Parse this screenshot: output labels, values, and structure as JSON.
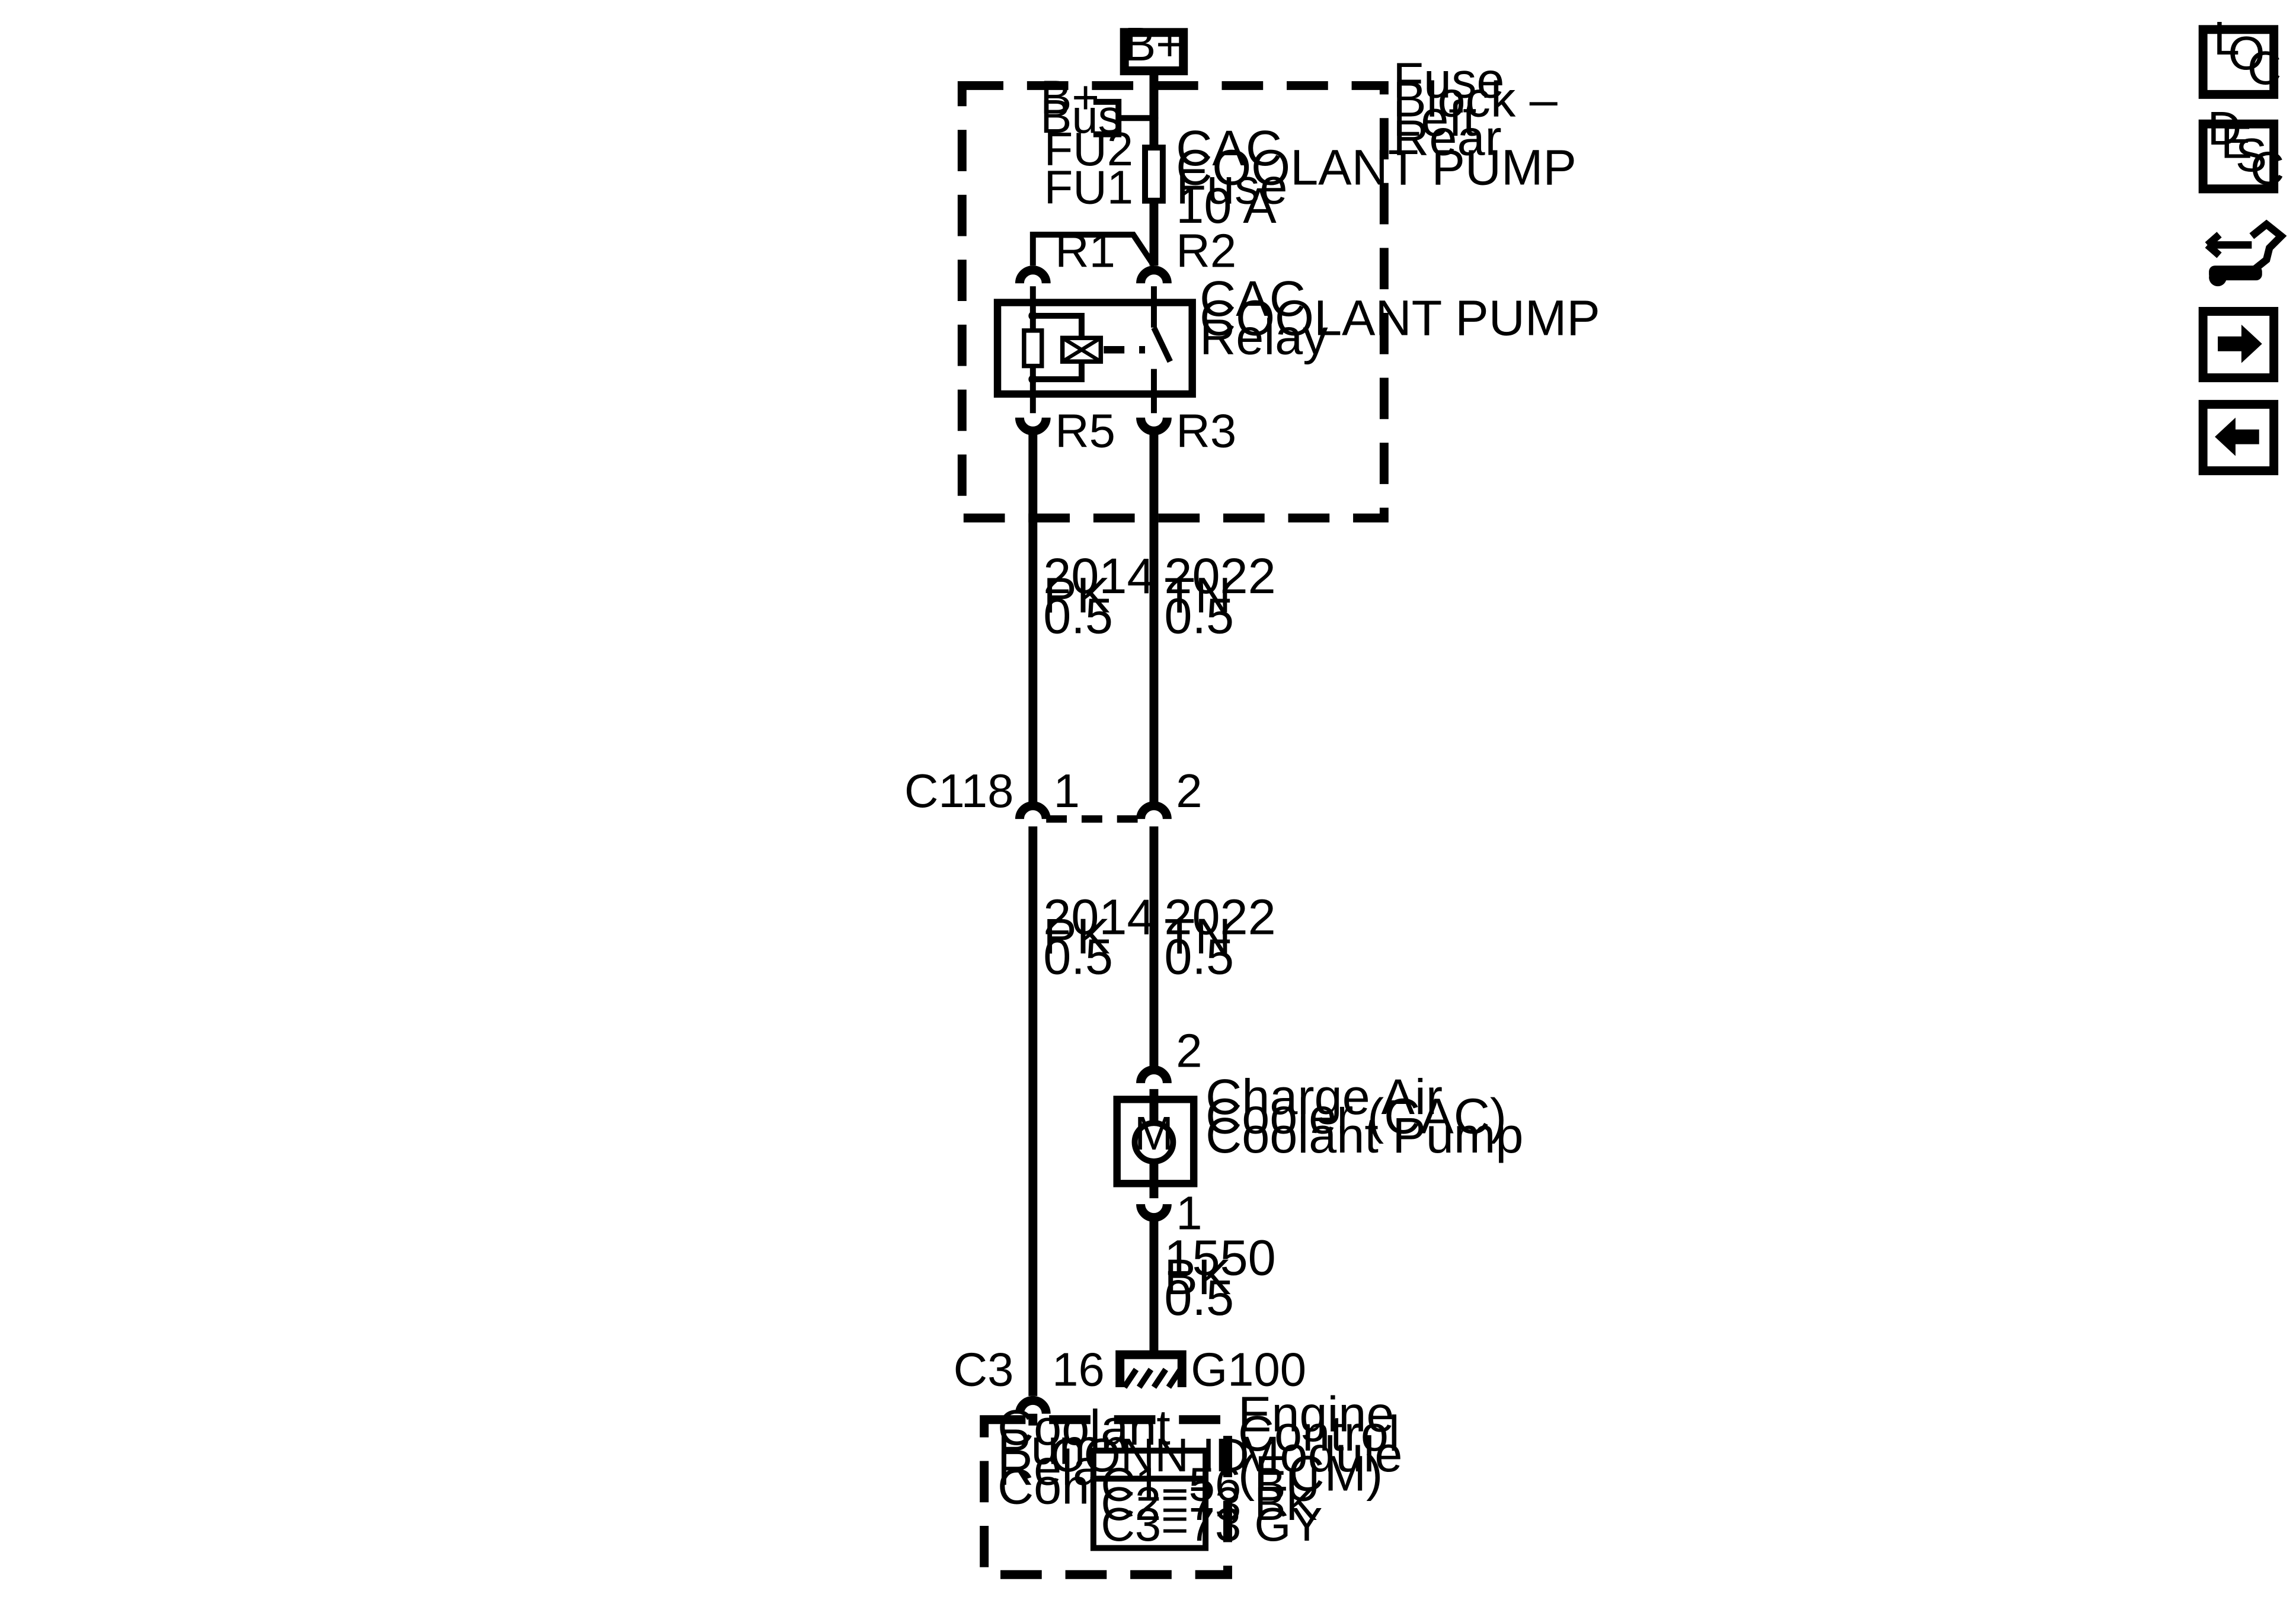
{
  "power": {
    "label": "B+"
  },
  "fuse_block": {
    "name_lines": [
      "Fuse",
      "Block –",
      "Left",
      "Rear"
    ],
    "bus_lines": [
      "B+",
      "Bus"
    ],
    "fuse_pins": {
      "top": "FU2",
      "bottom": "FU1"
    },
    "fuse_lines": [
      "CAC",
      "COOLANT PUMP",
      "Fuse",
      "10 A"
    ]
  },
  "relay": {
    "name_lines": [
      "CAC",
      "COOLANT PUMP",
      "Relay"
    ],
    "pins": {
      "r1": "R1",
      "r2": "R2",
      "r3": "R3",
      "r5": "R5"
    }
  },
  "wires": {
    "left_upper": [
      "2014",
      "PK",
      "0.5"
    ],
    "right_upper": [
      "2022",
      "TN",
      "0.5"
    ],
    "left_lower": [
      "2014",
      "PK",
      "0.5"
    ],
    "right_lower": [
      "2022",
      "TN",
      "0.5"
    ],
    "ground": [
      "1550",
      "BK",
      "0.5"
    ]
  },
  "inline_connector": {
    "name": "C118",
    "pin_left": "1",
    "pin_right": "2"
  },
  "pump": {
    "name_lines": [
      "Charge Air",
      "Cooler (CAC)",
      "Coolant Pump"
    ],
    "motor_label": "M",
    "pin_top": "2",
    "pin_bottom": "1"
  },
  "ground": {
    "label": "G100"
  },
  "ecm": {
    "connector": "C3",
    "pin": "16",
    "circuit_lines": [
      "Coolant",
      "Pump",
      "Relay",
      "Control"
    ],
    "name_lines": [
      "Engine",
      "Control",
      "Module",
      "(ECM)"
    ],
    "conn_id": {
      "title": "CONN ID",
      "rows": [
        "C1=56 BU",
        "C2=73 BK",
        "C3=73 GY"
      ]
    }
  },
  "nav": {
    "loc": [
      "L",
      "O",
      "C"
    ],
    "desc": [
      "D",
      "E",
      "S",
      "C"
    ]
  }
}
